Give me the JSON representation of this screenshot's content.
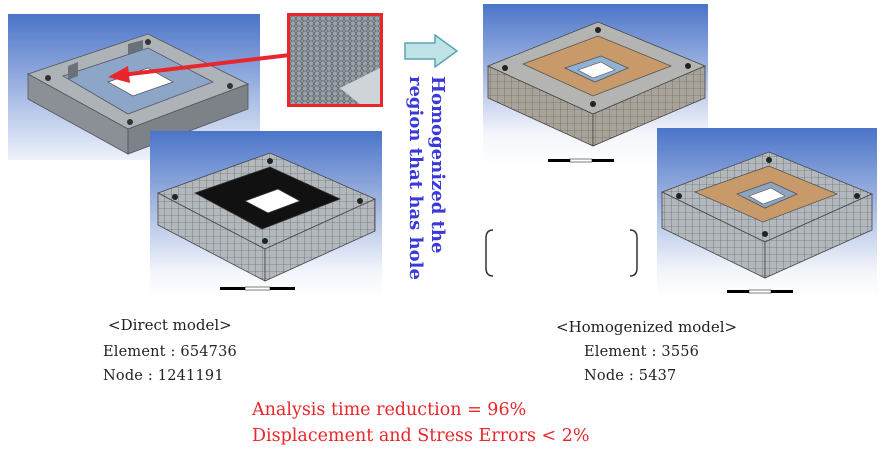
{
  "direct": {
    "title": "<Direct model>",
    "element": "Element : 654736",
    "node": "Node : 1241191"
  },
  "homogenized": {
    "title": "<Homogenized model>",
    "element": "Element : 3556",
    "node": "Node : 5437"
  },
  "arrow_text": {
    "line1": "Homogenized the",
    "line2": "region that has hole"
  },
  "results": {
    "line1": "Analysis time reduction = 96%",
    "line2": "Displacement and Stress Errors < 2%"
  },
  "colors": {
    "red": "#e8262b",
    "blue_text": "#3a3ad8",
    "sky_top": "#4a72c4",
    "sky_bottom": "#ffffff",
    "mesh_grey": "#9aa0a6",
    "homog_orange": "#c89a6a",
    "arrow_fill": "#bfe3e6"
  }
}
